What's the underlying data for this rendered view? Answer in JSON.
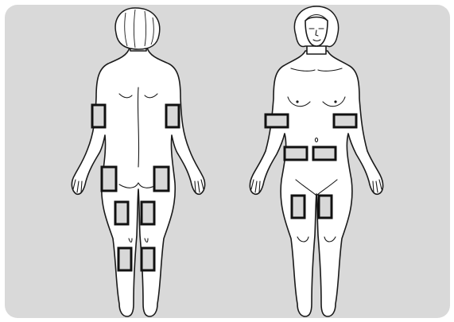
{
  "figure": {
    "colors": {
      "panel_background": "#d9d9d9",
      "body_fill": "#ffffff",
      "outline": "#1a1a1a",
      "site_fill": "#d8d8d8",
      "site_stroke": "#111111"
    },
    "views": [
      {
        "view": "back",
        "marked_site_count": 8
      },
      {
        "view": "front",
        "marked_site_count": 6
      }
    ]
  }
}
